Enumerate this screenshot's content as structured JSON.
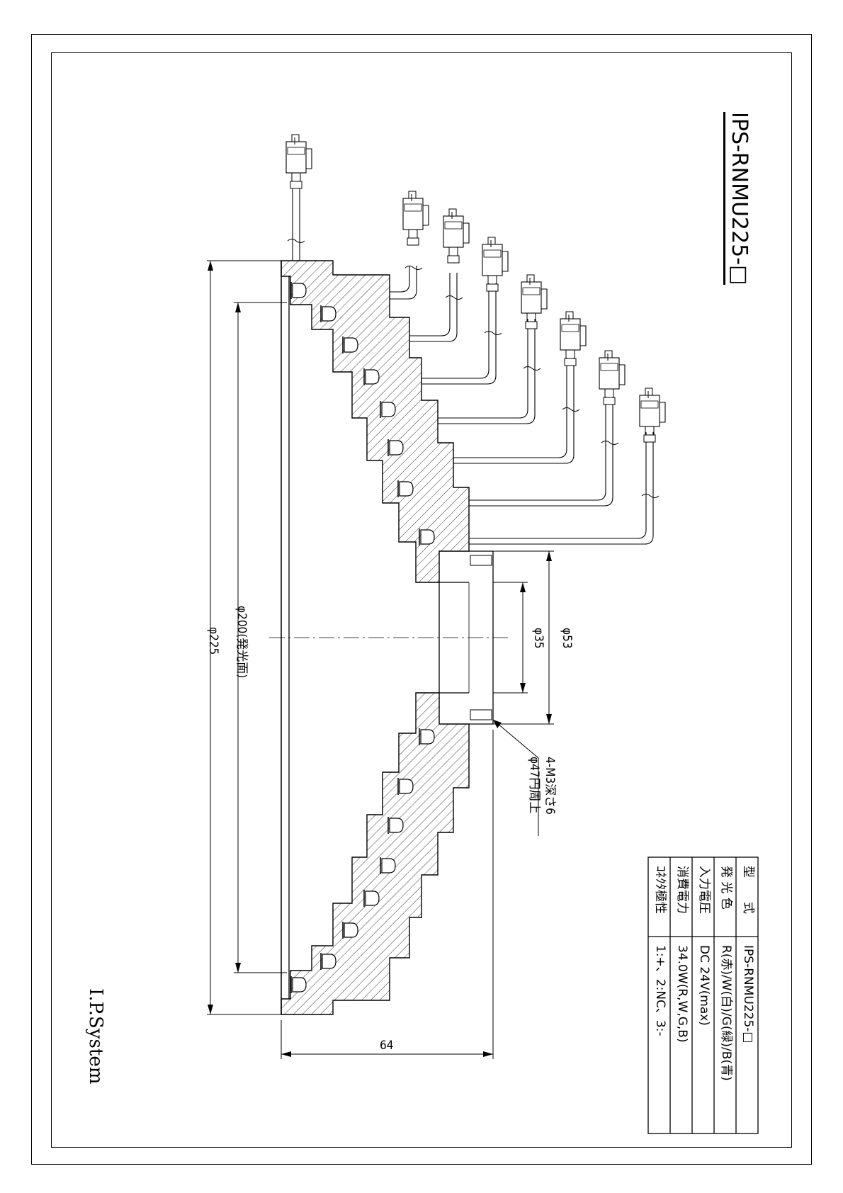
{
  "drawing": {
    "title": "IPS-RNMU225-□",
    "company": "I.P.System",
    "dimensions": {
      "d225": "φ225",
      "d200": "φ200(発光面)",
      "d35": "φ35",
      "d53": "φ53",
      "length64": "64"
    },
    "note": {
      "line1": "4-M3深さ6",
      "line2": "φ47円周上"
    }
  },
  "spec_table": {
    "rows": [
      {
        "label": "型　　式",
        "value": "IPS-RNMU225-□"
      },
      {
        "label": "発 光 色",
        "value": "R(赤)/W(白)/G(緑)/B(青)"
      },
      {
        "label": "入力電圧",
        "value": "DC 24V(max)"
      },
      {
        "label": "消費電力",
        "value": "34.0W(R,W,G,B)"
      },
      {
        "label": "ｺﾈｸﾀ極性",
        "value": "1:+、2:NC、3:-"
      }
    ]
  }
}
